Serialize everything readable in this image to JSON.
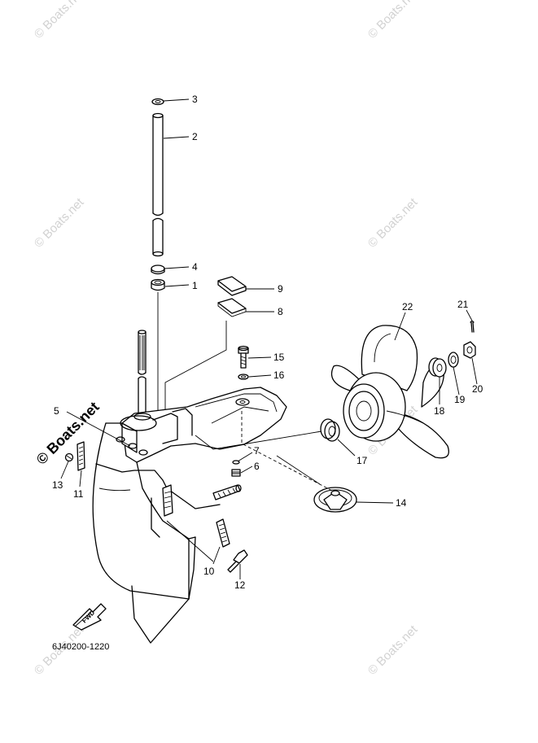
{
  "diagram_code": "6J40200-1220",
  "watermark": "© Boats.net",
  "fwd_label": "FWD",
  "callouts": {
    "c1": "1",
    "c2": "2",
    "c3": "3",
    "c4": "4",
    "c5": "5",
    "c6": "6",
    "c7": "7",
    "c8": "8",
    "c9": "9",
    "c10": "10",
    "c11": "11",
    "c12": "12",
    "c13": "13",
    "c14": "14",
    "c15": "15",
    "c16": "16",
    "c17": "17",
    "c18": "18",
    "c19": "19",
    "c20": "20",
    "c21": "21",
    "c22": "22"
  }
}
